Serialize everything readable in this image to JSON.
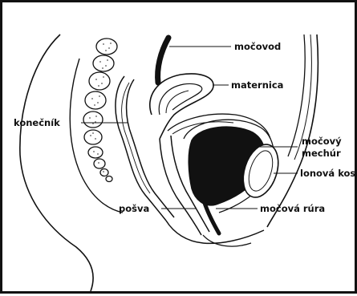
{
  "diagram": {
    "labels": {
      "ureter": "močovod",
      "uterus": "maternica",
      "rectum": "konečník",
      "bladder_line1": "močový",
      "bladder_line2": "mechúr",
      "pubic_bone": "lonová kosť",
      "vagina": "pošva",
      "urethra": "močová rúra"
    }
  }
}
